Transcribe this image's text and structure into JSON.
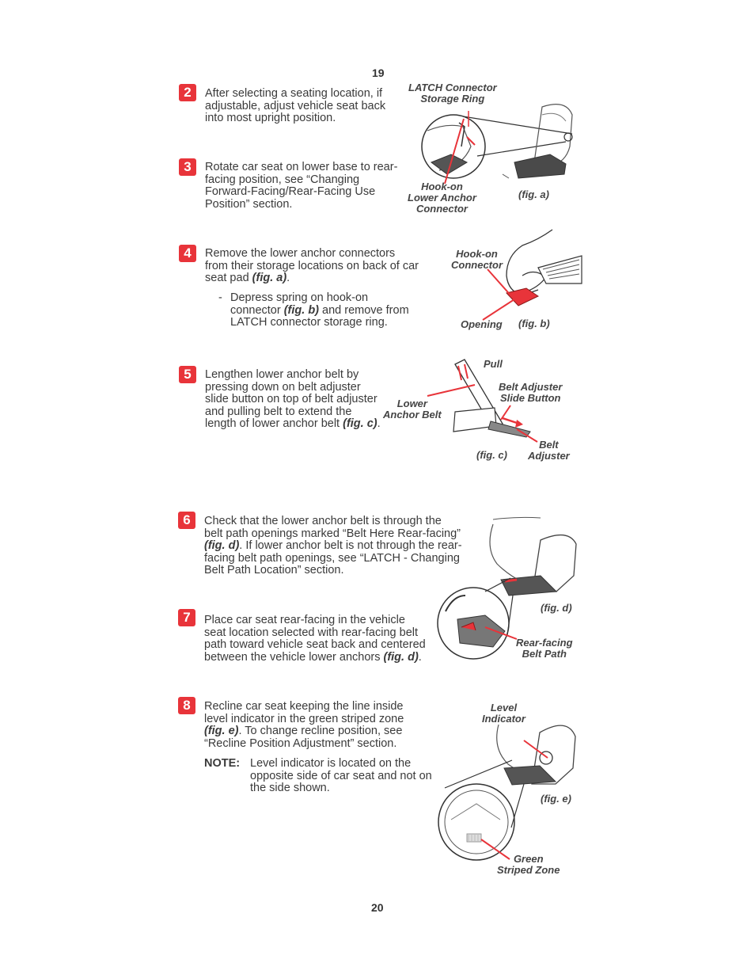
{
  "page_top": "19",
  "page_bottom": "20",
  "steps": [
    {
      "num": "2",
      "text": "After selecting a seating location, if adjustable, adjust vehicle seat back into most upright position."
    },
    {
      "num": "3",
      "text": "Rotate car seat on lower base to rear-facing position, see “Changing Forward-Facing/Rear-Facing Use Position” section."
    },
    {
      "num": "4",
      "text_a": "Remove the lower anchor connectors from their storage locations on back of car seat pad ",
      "ref": "(fig. a)",
      "text_b": ".",
      "sub_a": "Depress spring on hook-on connector ",
      "sub_ref": "(fig. b)",
      "sub_b": " and remove from LATCH connector storage ring.",
      "sub_dash": "-"
    },
    {
      "num": "5",
      "text_a": "Lengthen lower anchor belt by pressing down on belt adjuster slide button on top of belt adjuster and pulling belt to extend the length of lower anchor belt ",
      "ref": "(fig. c)",
      "text_b": "."
    },
    {
      "num": "6",
      "text_a": "Check that the lower anchor belt is through the belt path openings marked “Belt Here Rear-facing” ",
      "ref": "(fig. d)",
      "text_b": ". If lower anchor belt is not through the rear-facing belt path openings, see “LATCH - Changing Belt Path Location” section."
    },
    {
      "num": "7",
      "text_a": "Place car seat rear-facing in the vehicle seat location selected with rear-facing belt path toward vehicle seat back and centered between the vehicle lower anchors ",
      "ref": "(fig. d)",
      "text_b": "."
    },
    {
      "num": "8",
      "text_a": "Recline car seat keeping the line inside level indicator in the green striped zone ",
      "ref": "(fig. e)",
      "text_b": ". To change recline position, see “Recline Position Adjustment” section.",
      "note_label": "NOTE:",
      "note_text": "Level indicator is located on the opposite side of car seat and not on the side shown."
    }
  ],
  "figures": {
    "a": {
      "caption": "(fig. a)",
      "label_ring_1": "LATCH Connector",
      "label_ring_2": "Storage Ring",
      "label_hook_1": "Hook-on",
      "label_hook_2": "Lower Anchor",
      "label_hook_3": "Connector"
    },
    "b": {
      "caption": "(fig. b)",
      "label_hook_1": "Hook-on",
      "label_hook_2": "Connector",
      "label_opening": "Opening"
    },
    "c": {
      "caption": "(fig. c)",
      "label_pull": "Pull",
      "label_slide_1": "Belt Adjuster",
      "label_slide_2": "Slide Button",
      "label_lower_1": "Lower",
      "label_lower_2": "Anchor Belt",
      "label_adj_1": "Belt",
      "label_adj_2": "Adjuster"
    },
    "d": {
      "caption": "(fig. d)",
      "label_path_1": "Rear-facing",
      "label_path_2": "Belt Path"
    },
    "e": {
      "caption": "(fig. e)",
      "label_level_1": "Level",
      "label_level_2": "Indicator",
      "label_zone_1": "Green",
      "label_zone_2": "Striped Zone"
    }
  },
  "colors": {
    "badge": "#e8343a",
    "accent": "#e8343a",
    "text": "#3a3a3a"
  }
}
